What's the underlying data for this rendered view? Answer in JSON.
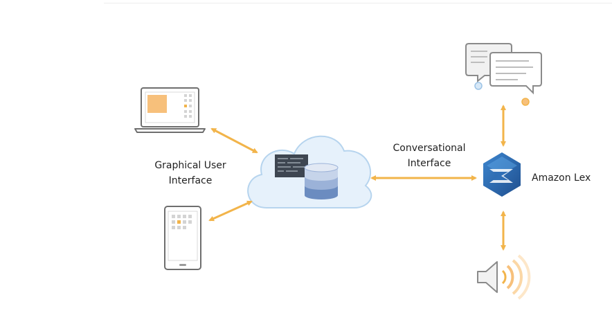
{
  "labels": {
    "gui_line1": "Graphical User",
    "gui_line2": "Interface",
    "conv_line1": "Conversational",
    "conv_line2": "Interface",
    "lex": "Amazon Lex"
  },
  "nodes": [
    {
      "id": "laptop",
      "icon": "laptop-icon"
    },
    {
      "id": "tablet",
      "icon": "tablet-icon"
    },
    {
      "id": "cloud-backend",
      "icon": "cloud-database-icon"
    },
    {
      "id": "amazon-lex",
      "icon": "amazon-lex-icon"
    },
    {
      "id": "chat",
      "icon": "chat-bubbles-icon"
    },
    {
      "id": "voice",
      "icon": "speaker-icon"
    }
  ],
  "edges": [
    {
      "from": "laptop",
      "to": "cloud-backend",
      "direction": "both"
    },
    {
      "from": "tablet",
      "to": "cloud-backend",
      "direction": "both"
    },
    {
      "from": "cloud-backend",
      "to": "amazon-lex",
      "direction": "both"
    },
    {
      "from": "chat",
      "to": "amazon-lex",
      "direction": "both"
    },
    {
      "from": "amazon-lex",
      "to": "voice",
      "direction": "both"
    }
  ],
  "colors": {
    "arrow": "#f2b44a",
    "accent_orange": "#f7c07b",
    "device_stroke": "#6e6e6e",
    "cloud_fill": "#e6f1fb",
    "cloud_stroke": "#b6d4ee",
    "lex_blue": "#2f6fb6"
  }
}
